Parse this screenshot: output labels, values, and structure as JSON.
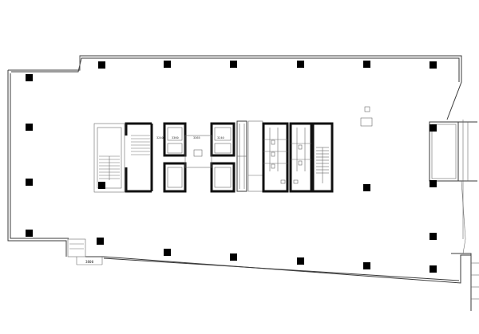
{
  "drawing": {
    "labels": {
      "dim_left": "3240",
      "dim_mid_1": "3360",
      "dim_mid_2": "3365",
      "dim_right": "3240",
      "dim_bottom": "3800"
    }
  }
}
